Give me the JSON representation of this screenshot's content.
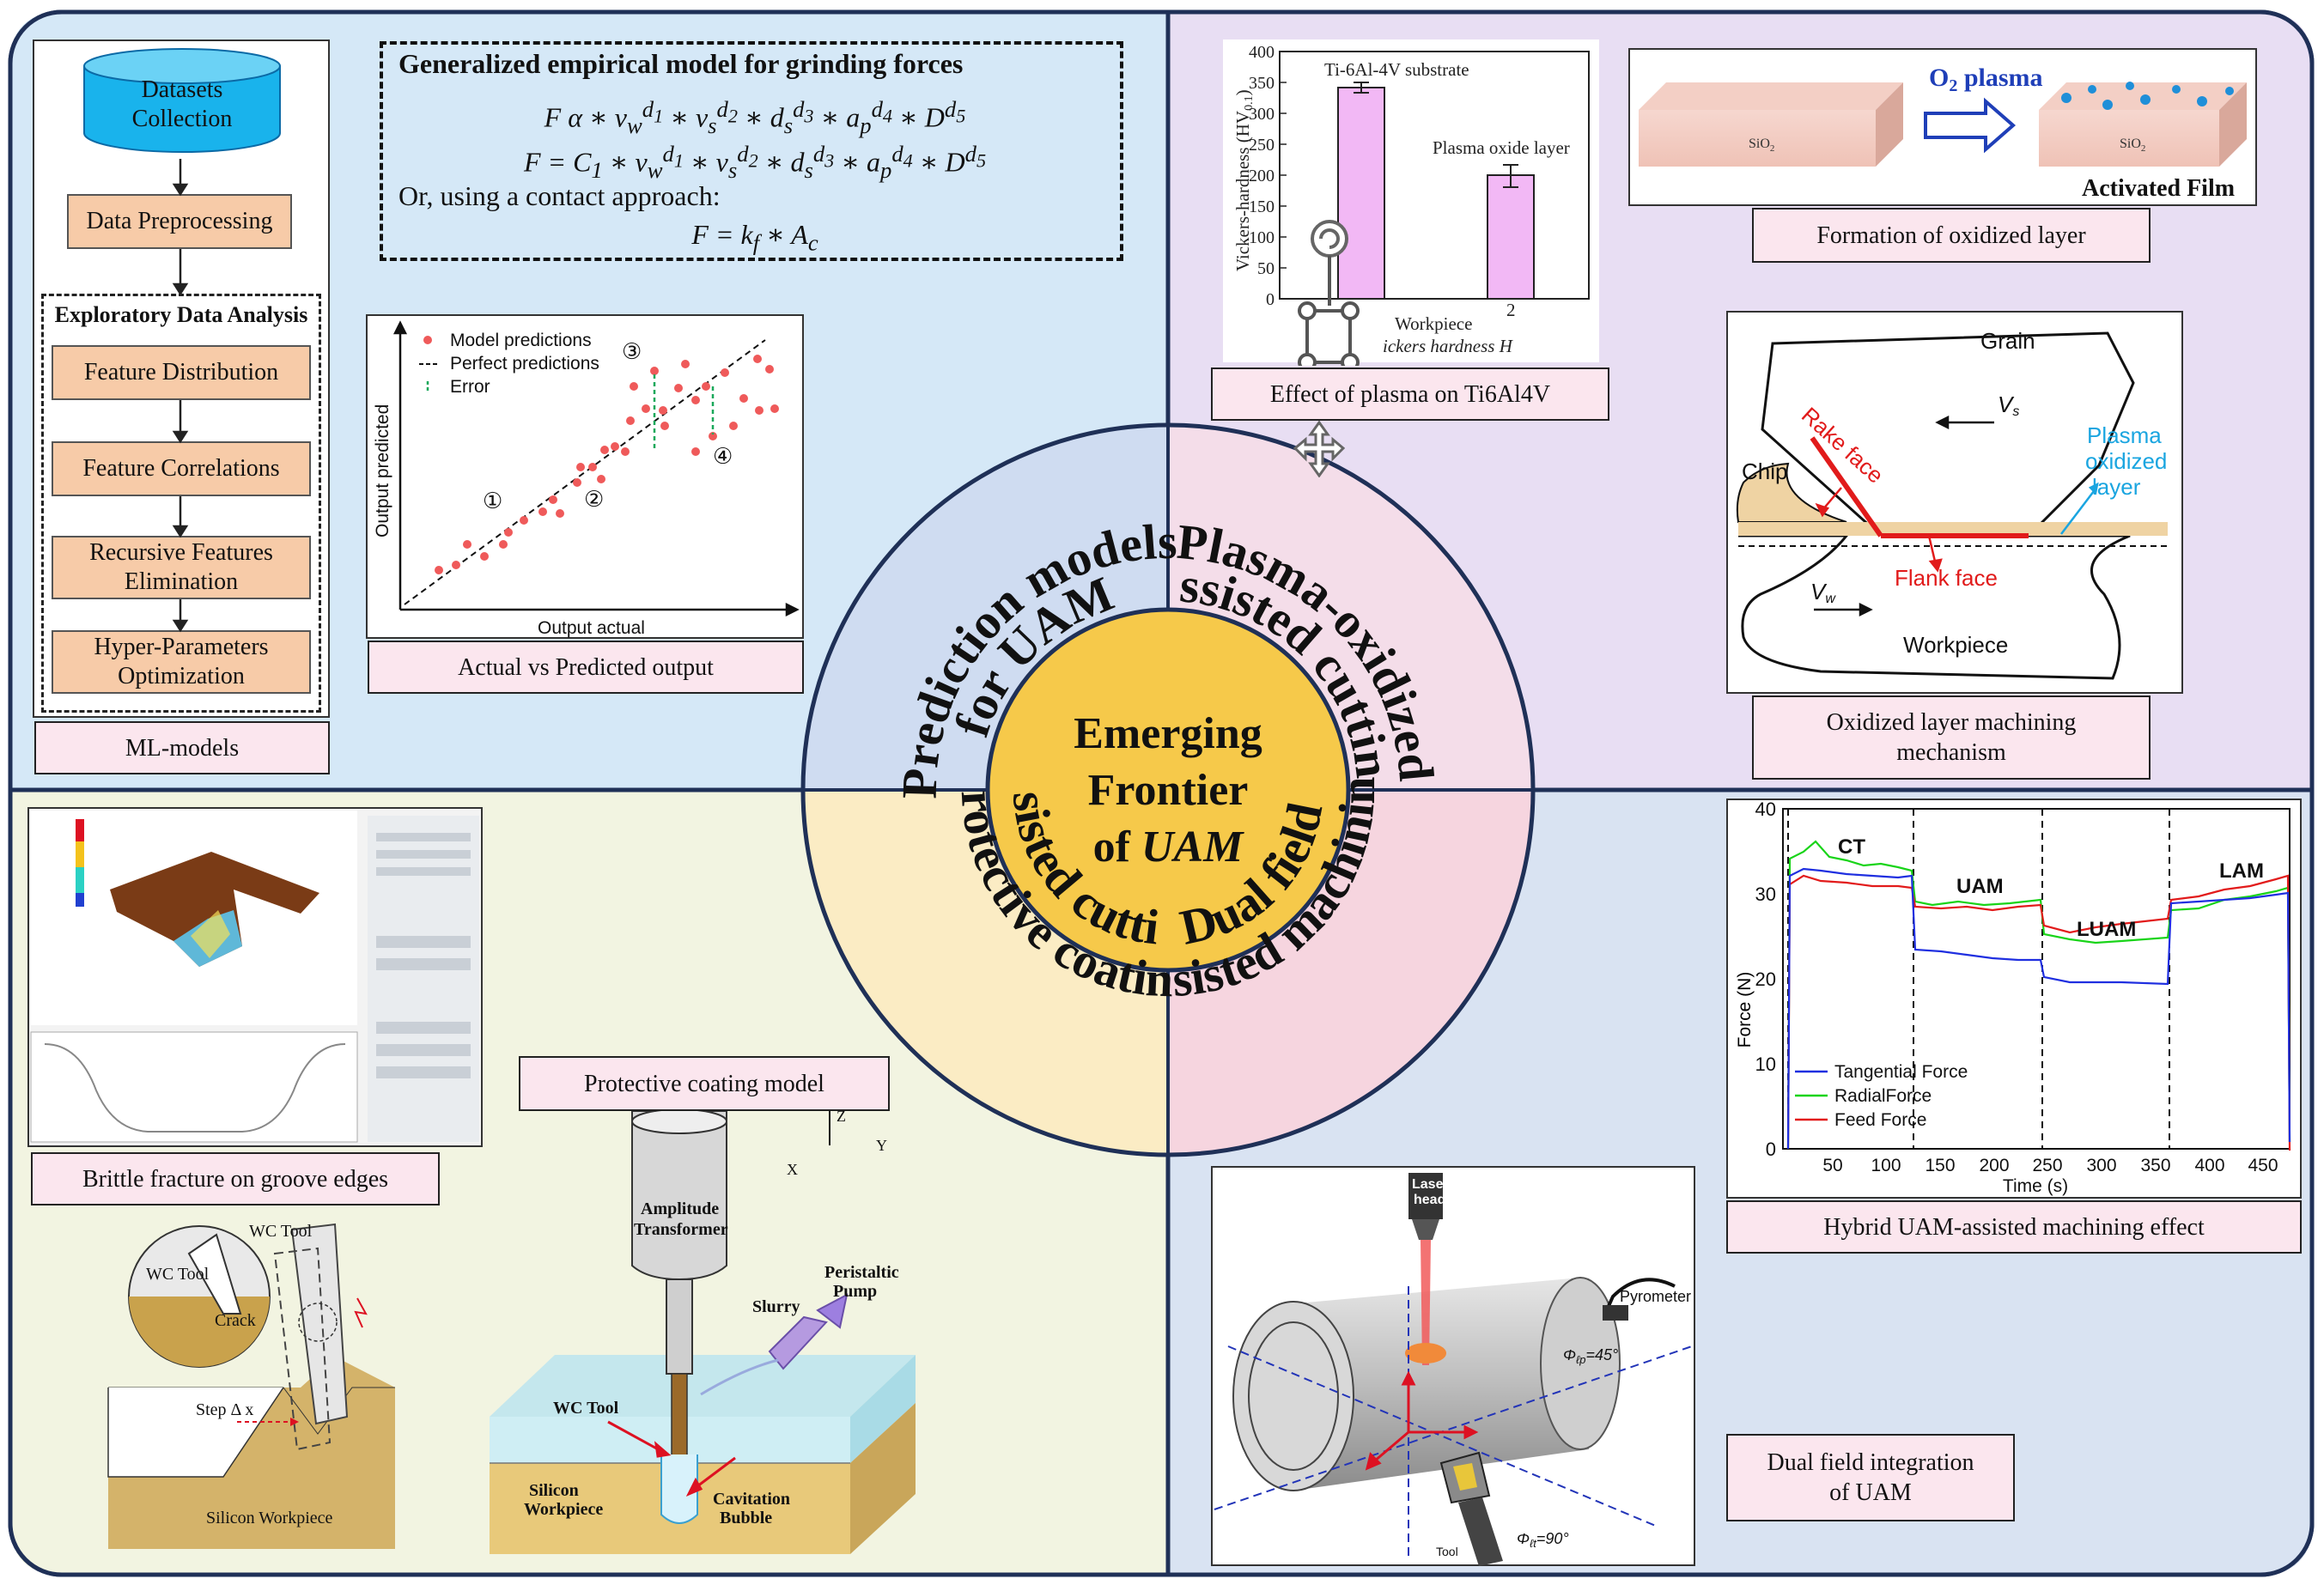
{
  "center": {
    "line1": "Emerging",
    "line2": "Frontier",
    "line3_prefix": "of ",
    "line3_em": "UAM"
  },
  "ring": {
    "q1a": "Prediction models",
    "q1b": "for UAM",
    "q2a": "Plasma-oxidized",
    "q2b": "assisted cutting",
    "q3a": "Protective coating",
    "q3b": "assisted cutting",
    "q4a": "Dual field",
    "q4b": "assisted machining"
  },
  "ml": {
    "datasets": [
      "Datasets",
      "Collection"
    ],
    "preprocessing": "Data Preprocessing",
    "eda_title": "Exploratory Data Analysis",
    "feature_dist": "Feature Distribution",
    "feature_corr": "Feature Correlations",
    "rfe": [
      "Recursive Features",
      "Elimination"
    ],
    "hpo": [
      "Hyper-Parameters",
      "Optimization"
    ],
    "label": "ML-models"
  },
  "equations": {
    "title": "Generalized empirical model for grinding forces",
    "alt": "Or, using a contact approach:"
  },
  "avp": {
    "legend": [
      "Model predictions",
      "Perfect predictions",
      "Error"
    ],
    "xlabel": "Output actual",
    "ylabel": "Output predicted",
    "markers": [
      "①",
      "②",
      "③",
      "④"
    ],
    "label": "Actual vs Predicted output"
  },
  "hardness": {
    "yticks": [
      "400",
      "350",
      "300",
      "250",
      "200",
      "150",
      "100",
      "50",
      "0"
    ],
    "ylabel": "Vickers-hardness (HV",
    "ylabel_sub": "0.1",
    "bar1_label": "Ti-6Al-4V substrate",
    "bar2_label": "Plasma oxide layer",
    "xtick": "2",
    "xlabel": "Workpiece",
    "xlabel2": "ickers hardness H",
    "label": "Effect of plasma on Ti6Al4V"
  },
  "oxidized": {
    "o2": "O",
    "o2sub": "2",
    "o2rest": " plasma",
    "sio2": "SiO",
    "sio2sub": "2",
    "film": "Activated Film",
    "label": "Formation of oxidized layer"
  },
  "mechanism": {
    "grain": "Grain",
    "vs": "V",
    "vs_sub": "s",
    "chip": "Chip",
    "rake": "Rake face",
    "flank": "Flank face",
    "plasma": [
      "Plasma",
      "oxidized",
      "layer"
    ],
    "vw": "V",
    "vw_sub": "w",
    "workpiece": "Workpiece",
    "label": [
      "Oxidized layer machining",
      "mechanism"
    ]
  },
  "brittle": {
    "label": "Brittle fracture on groove edges",
    "wc_tool": "WC Tool",
    "crack": "Crack",
    "step": "Step  Δ x",
    "silicon": "Silicon Workpiece"
  },
  "coating": {
    "label": "Protective coating model",
    "amplitude": [
      "Amplitude",
      "Transformer"
    ],
    "slurry": "Slurry",
    "pump": [
      "Peristaltic",
      "Pump"
    ],
    "wc_tool": "WC Tool",
    "silicon": [
      "Silicon",
      "Workpiece"
    ],
    "bubble": [
      "Cavitation",
      "Bubble"
    ],
    "axes": [
      "Z",
      "Y",
      "X"
    ]
  },
  "hybrid": {
    "label": "Hybrid UAM-assisted machining effect",
    "xlabel": "Time (s)",
    "ylabel": "Force (N)",
    "yticks": [
      "40",
      "30",
      "20",
      "10",
      "0"
    ],
    "xticks": [
      "50",
      "100",
      "150",
      "200",
      "250",
      "300",
      "350",
      "400",
      "450"
    ],
    "phases": [
      "CT",
      "UAM",
      "LUAM",
      "LAM"
    ],
    "legend": [
      "Tangential Force",
      "RadialForce",
      "Feed Force"
    ],
    "colors": {
      "tangential": "#1f2fe0",
      "radial": "#19d419",
      "feed": "#e21b1b"
    }
  },
  "dual": {
    "label": [
      "Dual field integration",
      "of UAM"
    ],
    "laser": [
      "Laser",
      "head"
    ],
    "pyrometer": "Pyrometer",
    "phi45": "=45°",
    "phi90": "=90°",
    "tool": "Tool"
  },
  "colors": {
    "q1": "#d5e8f7",
    "q2": "#e8def3",
    "q3": "#f2f4e1",
    "q4": "#d9e3f2",
    "center": "#f6c94a"
  }
}
